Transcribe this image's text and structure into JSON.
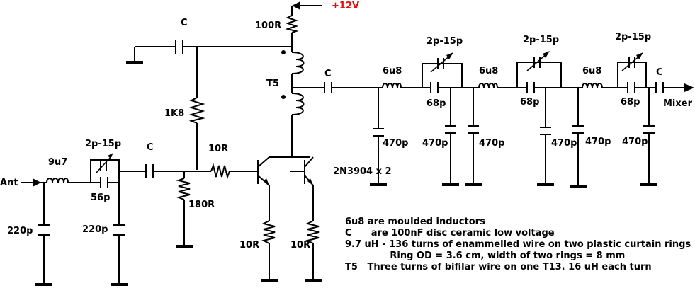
{
  "labels": {
    "supply": "+12V",
    "r_top": "100R",
    "cap_top": "C",
    "t5": "T5",
    "r_1k8": "1K8",
    "trim_in": "2p-15p",
    "l_in": "9u7",
    "ant": "Ant",
    "c_56p": "56p",
    "cap_mid": "C",
    "r_10r_base": "10R",
    "r_180r": "180R",
    "c_220p_1": "220p",
    "c_220p_2": "220p",
    "r_10r_e1": "10R",
    "r_10r_e2": "10R",
    "transistor": "2N3904 x 2",
    "cap_out": "C",
    "l_1": "6u8",
    "c_470p_1": "470p",
    "trim_1": "2p-15p",
    "c_68p_1": "68p",
    "c_470p_2": "470p",
    "l_2": "6u8",
    "c_470p_3": "470p",
    "trim_2": "2p-15p",
    "c_68p_2": "68p",
    "c_470p_4": "470p",
    "l_3": "6u8",
    "c_470p_5": "470p",
    "trim_3": "2p-15p",
    "c_68p_3": "68p",
    "c_470p_6": "470p",
    "cap_mixer": "C",
    "mixer": "Mixer"
  },
  "notes": [
    "6u8 are moulded inductors",
    "C      are 100nF disc ceramic low voltage",
    "9.7 uH - 136 turns of enammelled wire on two plastic curtain rings",
    "              Ring OD = 3.6 cm, width of two rings = 8 mm",
    "T5   Three turns of bifilar wire on one T13. 16 uH each turn"
  ],
  "colors": {
    "wire": "#000000",
    "supply_label": "#e01010",
    "background": "#ffffff"
  }
}
